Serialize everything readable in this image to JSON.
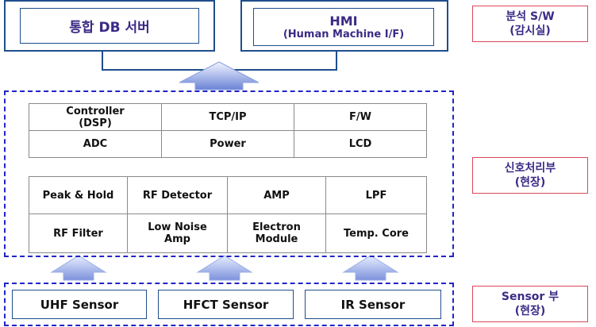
{
  "top": {
    "db_server": "통합 DB 서버",
    "hmi_line1": "HMI",
    "hmi_line2": "(Human Machine I/F)"
  },
  "layers": {
    "analysis_line1": "분석 S/W",
    "analysis_line2": "(감시실)",
    "signal_line1": "신호처리부",
    "signal_line2": "(현장)",
    "sensor_line1": "Sensor 부",
    "sensor_line2": "(현장)"
  },
  "upper_table": {
    "row1": [
      "Controller\n(DSP)",
      "TCP/IP",
      "F/W"
    ],
    "row2": [
      "ADC",
      "Power",
      "LCD"
    ]
  },
  "lower_table": {
    "row1": [
      "Peak & Hold",
      "RF Detector",
      "AMP",
      "LPF"
    ],
    "row2": [
      "RF Filter",
      "Low Noise\nAmp",
      "Electron\nModule",
      "Temp. Core"
    ]
  },
  "sensors": [
    "UHF Sensor",
    "HFCT Sensor",
    "IR Sensor"
  ],
  "colors": {
    "frame_blue": "#1f4e8c",
    "dash_blue": "#2323c8",
    "label_red": "#d9475a",
    "text_purple": "#3b2a86"
  }
}
